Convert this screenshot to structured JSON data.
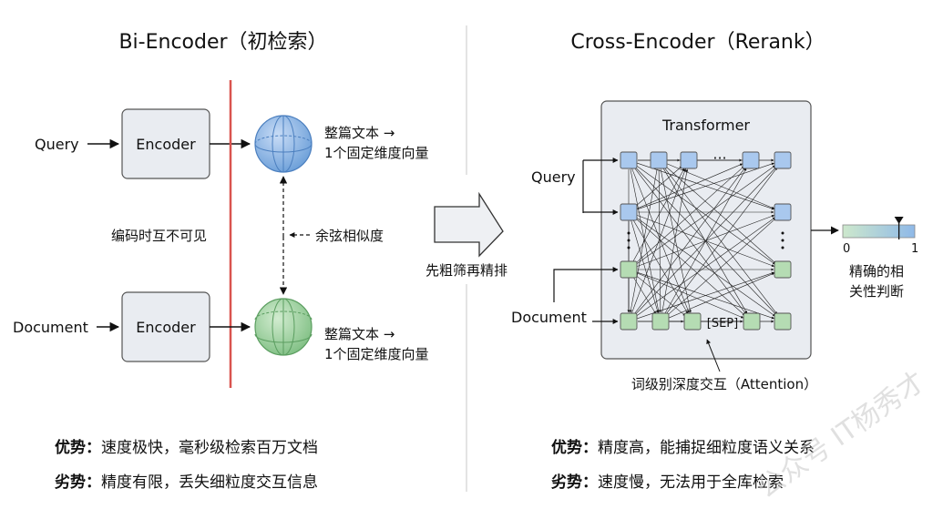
{
  "left_panel": {
    "title": "Bi-Encoder（初检索）",
    "query_label": "Query",
    "document_label": "Document",
    "encoder_label": "Encoder",
    "vector_desc_line1": "整篇文本 →",
    "vector_desc_line2": "1个固定维度向量",
    "invisible_note": "编码时互不可见",
    "similarity_note": "余弦相似度",
    "pros_label": "优势：",
    "pros_text": "速度极快，毫秒级检索百万文档",
    "cons_label": "劣势：",
    "cons_text": "精度有限，丢失细粒度交互信息"
  },
  "transition": {
    "label": "先粗筛再精排"
  },
  "right_panel": {
    "title": "Cross-Encoder（Rerank）",
    "transformer_label": "Transformer",
    "query_label": "Query",
    "document_label": "Document",
    "sep_label": "[SEP]",
    "ellipsis_h": "···",
    "attention_note": "词级别深度交互（Attention）",
    "gauge_min": "0",
    "gauge_max": "1",
    "gauge_value": 0.78,
    "output_line1": "精确的相",
    "output_line2": "关性判断",
    "pros_label": "优势：",
    "pros_text": "精度高，能捕捉细粒度语义关系",
    "cons_label": "劣势：",
    "cons_text": "速度慢，无法用于全库检索"
  },
  "watermark": "公众号 IT杨秀才",
  "colors": {
    "query_blue": "#a9c8ee",
    "doc_green": "#b5dcb3",
    "barrier_red": "#d9534f",
    "box_fill": "#e9ecf1",
    "box_stroke": "#555555"
  }
}
